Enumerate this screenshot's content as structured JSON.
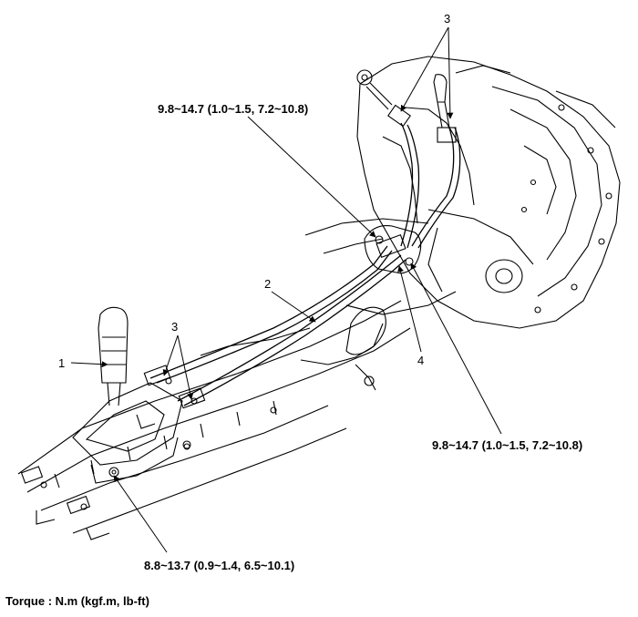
{
  "callouts": {
    "c1": "1",
    "c2": "2",
    "c3_top": "3",
    "c3_left": "3",
    "c4": "4"
  },
  "torque": {
    "top": "9.8~14.7 (1.0~1.5, 7.2~10.8)",
    "right": "9.8~14.7 (1.0~1.5, 7.2~10.8)",
    "bottom": "8.8~13.7 (0.9~1.4, 6.5~10.1)"
  },
  "footer": "Torque : N.m (kgf.m, lb-ft)"
}
